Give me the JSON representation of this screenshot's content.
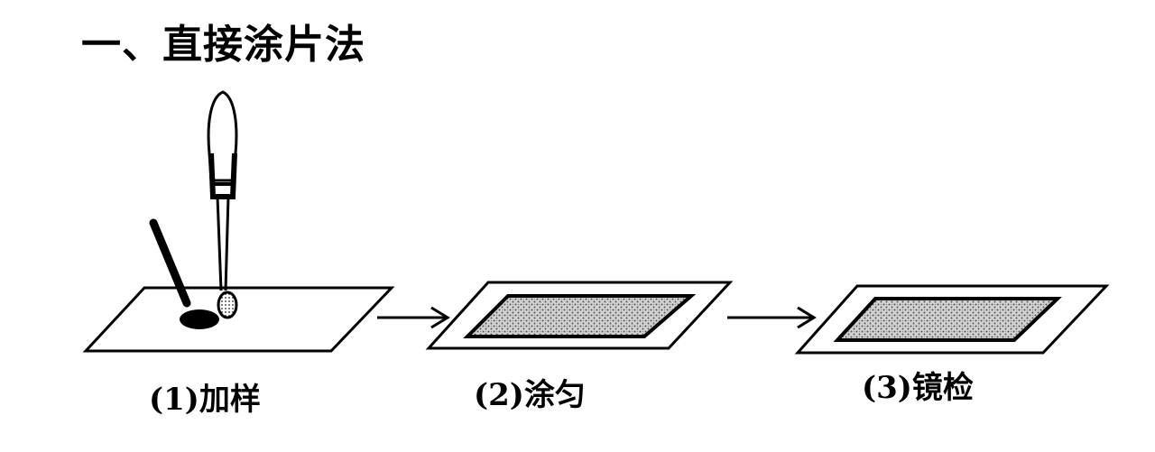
{
  "title": "一、直接涂片法",
  "steps": [
    {
      "label": "(1)加样"
    },
    {
      "label": "(2)涂匀"
    },
    {
      "label": "(3)镜检"
    }
  ],
  "colors": {
    "ink": "#000000",
    "background": "#ffffff",
    "smear_fill": "#c8c8c8"
  },
  "icons": [
    "dropper-icon",
    "applicator-stick-icon",
    "sample-drop-icon",
    "arrow-right-icon"
  ]
}
